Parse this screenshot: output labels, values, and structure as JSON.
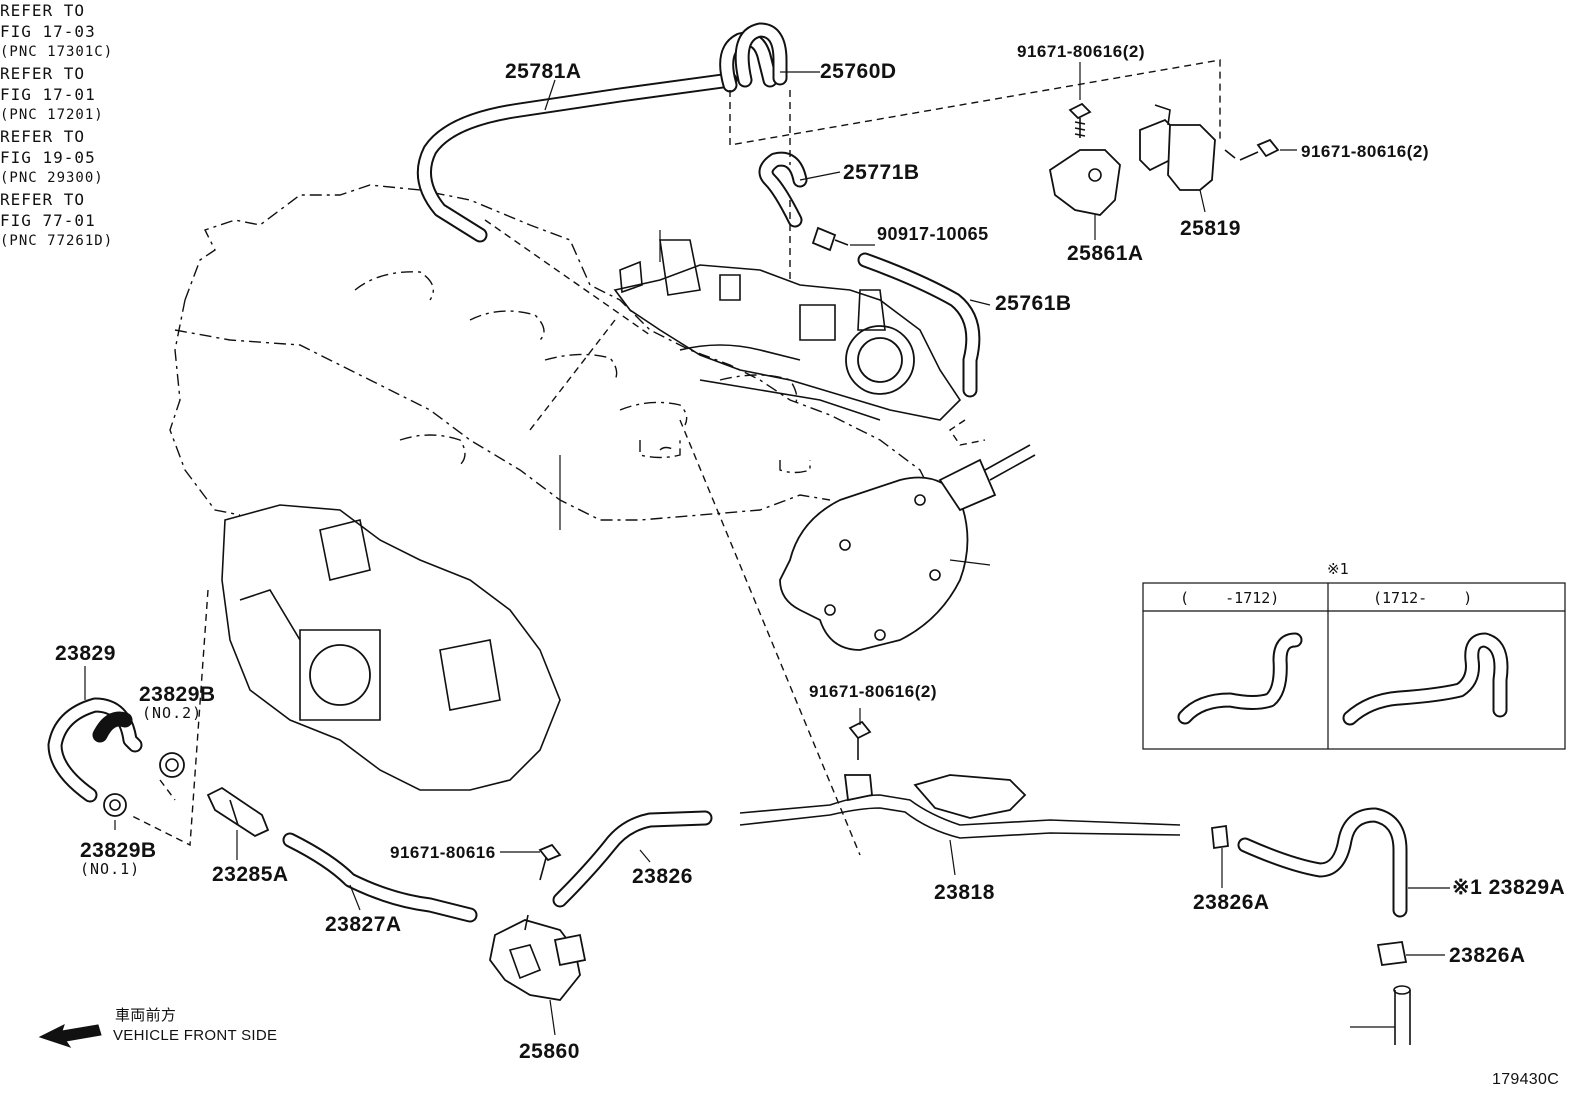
{
  "part_labels": {
    "p25781A": "25781A",
    "p25760D": "25760D",
    "p25771B": "25771B",
    "p90917": "90917-10065",
    "p25761B": "25761B",
    "p91671_top": "91671-80616(2)",
    "p91671_right": "91671-80616(2)",
    "p25861A": "25861A",
    "p25819": "25819",
    "p23829": "23829",
    "p23829B_no2": "23829B",
    "no2": "(NO.2)",
    "p23829B_no1": "23829B",
    "no1": "(NO.1)",
    "p23285A": "23285A",
    "p23827A": "23827A",
    "p91671_mid": "91671-80616",
    "p25860": "25860",
    "p23826": "23826",
    "p91671_low": "91671-80616(2)",
    "p23818": "23818",
    "p23826A_a": "23826A",
    "p23829A": "※1 23829A",
    "p23826A_b": "23826A"
  },
  "references": {
    "ref1703": {
      "line1": "REFER TO",
      "line2": "FIG 17-03",
      "line3": "(PNC 17301C)"
    },
    "ref1701": {
      "line1": "REFER TO",
      "line2": "FIG 17-01",
      "line3": "(PNC 17201)"
    },
    "ref1905": {
      "line1": "REFER TO",
      "line2": "FIG 19-05",
      "line3": "(PNC 29300)"
    },
    "ref7701": {
      "line1": "REFER TO",
      "line2": "FIG 77-01",
      "line3": "(PNC 77261D)"
    }
  },
  "variant_box": {
    "mark": "※1",
    "left_header": "(    -1712)",
    "right_header": "(1712-    )"
  },
  "front_indicator": {
    "japanese": "車両前方",
    "english": "VEHICLE FRONT SIDE"
  },
  "figure_id": "179430C",
  "icons": [
    "arrow-left-icon"
  ]
}
